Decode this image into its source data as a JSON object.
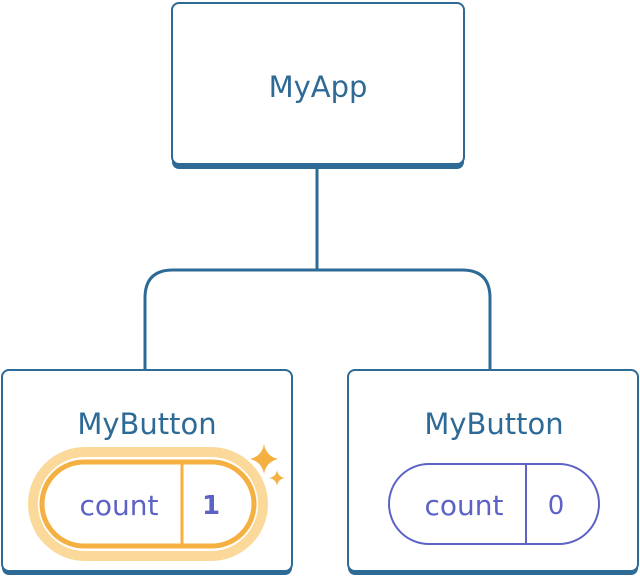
{
  "colors": {
    "box_stroke": "#2e6a96",
    "title_text": "#2e6a96",
    "pill_stroke": "#5d63c6",
    "pill_text": "#5d63c6",
    "highlight_stroke": "#f4b041",
    "highlight_glow": "#fbd99b",
    "sparkle": "#f4b041"
  },
  "root": {
    "title": "MyApp"
  },
  "children": [
    {
      "title": "MyButton",
      "state_label": "count",
      "state_value": "1",
      "highlighted": true,
      "sparkle_icon": "sparkle-icon"
    },
    {
      "title": "MyButton",
      "state_label": "count",
      "state_value": "0",
      "highlighted": false
    }
  ]
}
